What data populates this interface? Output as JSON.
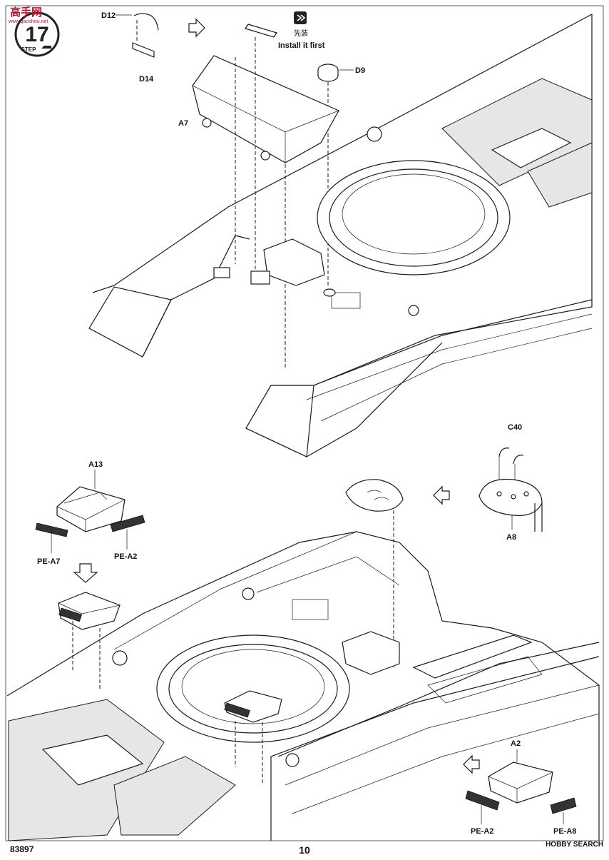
{
  "header": {
    "watermark_text": "高手网",
    "watermark_url": "www.gaoshou.net",
    "step_number": "17",
    "step_label": "STEP"
  },
  "notice": {
    "chinese": "先装",
    "english": "Install it first"
  },
  "parts": {
    "d12": "D12",
    "d14": "D14",
    "a7": "A7",
    "d9": "D9",
    "c40": "C40",
    "a8": "A8",
    "a13": "A13",
    "pe_a7": "PE-A7",
    "pe_a2_top": "PE-A2",
    "a2": "A2",
    "pe_a2_bottom": "PE-A2",
    "pe_a8": "PE-A8"
  },
  "footer": {
    "product_code": "83897",
    "page_number": "10",
    "source_brand": "HOBBY SEARCH"
  },
  "colors": {
    "line": "#1a1a1a",
    "paper": "#ffffff",
    "step_badge": "#222222",
    "watermark": "#c8102e"
  }
}
